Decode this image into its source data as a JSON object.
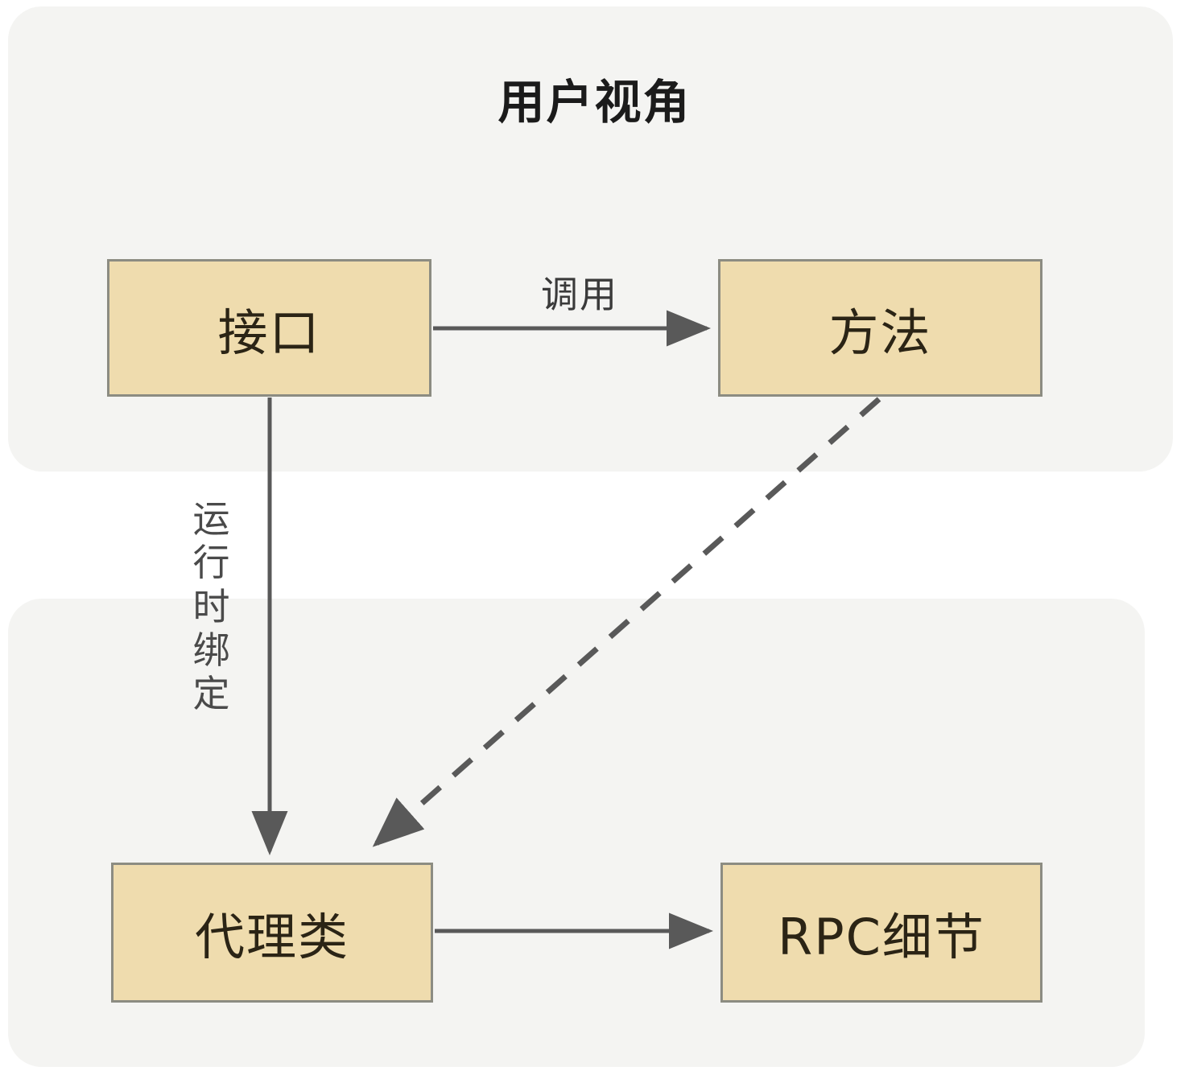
{
  "diagram": {
    "title": "用户视角",
    "panels": [
      {
        "name": "user-perspective-panel",
        "label": ""
      },
      {
        "name": "implementation-panel",
        "label": ""
      }
    ],
    "nodes": [
      {
        "id": "interface",
        "label": "接口"
      },
      {
        "id": "method",
        "label": "方法"
      },
      {
        "id": "proxy",
        "label": "代理类"
      },
      {
        "id": "rpc",
        "label": "RPC细节"
      }
    ],
    "edges": [
      {
        "id": "interface-to-method",
        "from": "接口",
        "to": "方法",
        "label": "调用",
        "style": "solid",
        "direction": "right"
      },
      {
        "id": "interface-to-proxy",
        "from": "接口",
        "to": "代理类",
        "label": "运行时绑定",
        "style": "solid",
        "direction": "down"
      },
      {
        "id": "method-to-proxy",
        "from": "方法",
        "to": "代理类",
        "label": "",
        "style": "dashed",
        "direction": "down-left"
      },
      {
        "id": "proxy-to-rpc",
        "from": "代理类",
        "to": "RPC细节",
        "label": "",
        "style": "solid",
        "direction": "right"
      }
    ],
    "colors": {
      "page_background": "#ffffff",
      "panel_background": "#f4f4f2",
      "node_fill": "#efdcae",
      "node_border": "#8c8c82",
      "node_text": "#2b2415",
      "edge_stroke": "#595959",
      "title_text": "#1b1b1b"
    }
  }
}
